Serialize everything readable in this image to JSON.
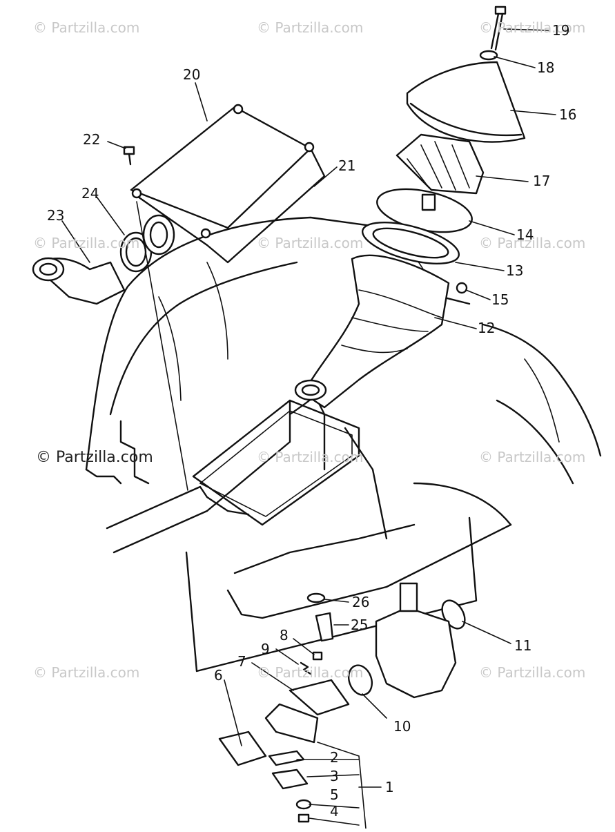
{
  "watermarks": [
    "© Partzilla.com",
    "© Partzilla.com",
    "© Partzilla.com",
    "© Partzilla.com",
    "© Partzilla.com",
    "© Partzilla.com",
    "© Partzilla.com",
    "© Partzilla.com",
    "© Partzilla.com",
    "© Partzilla.com",
    "© Partzilla.com",
    "© Partzilla.com"
  ],
  "callouts": {
    "c1": "1",
    "c2": "2",
    "c3": "3",
    "c4": "4",
    "c5": "5",
    "c6": "6",
    "c7": "7",
    "c8": "8",
    "c9": "9",
    "c10": "10",
    "c11": "11",
    "c12": "12",
    "c13": "13",
    "c14": "14",
    "c15": "15",
    "c16": "16",
    "c17": "17",
    "c18": "18",
    "c19": "19",
    "c20": "20",
    "c21": "21",
    "c22": "22",
    "c23": "23",
    "c24": "24",
    "c25": "25",
    "c26": "26"
  }
}
